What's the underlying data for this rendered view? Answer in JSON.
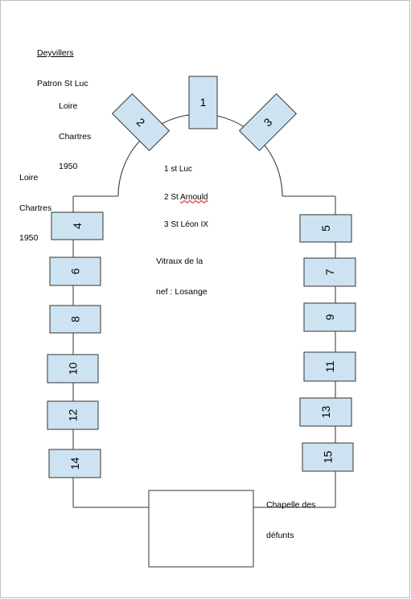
{
  "header": {
    "author": "Deyvillers",
    "patron": "Patron St Luc"
  },
  "atelier_labels": [
    {
      "line1": "Loire",
      "line2": "Chartres",
      "line3": "1950"
    },
    {
      "line1": "Loire",
      "line2": "Chartres",
      "line3": "1950"
    }
  ],
  "choir_legend": {
    "item1": "1 st Luc",
    "item2_prefix": "2 St ",
    "item2_name": "Arnould",
    "item3": "3 St Léon IX"
  },
  "nave_note": {
    "line1": "Vitraux de la",
    "line2": "nef : Losange"
  },
  "chapel": {
    "line1": "Chapelle des",
    "line2": "défunts"
  },
  "windows": [
    "1",
    "2",
    "3",
    "4",
    "5",
    "6",
    "7",
    "8",
    "9",
    "10",
    "11",
    "12",
    "13",
    "14",
    "15"
  ],
  "colors": {
    "window_fill": "#cde3f1",
    "outline": "#333333"
  }
}
